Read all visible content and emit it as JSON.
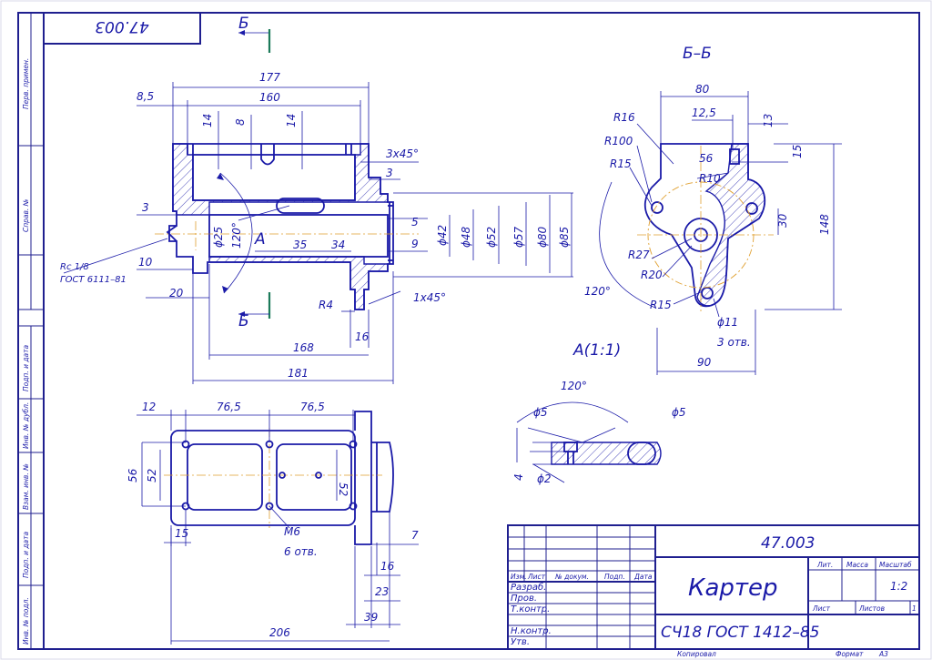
{
  "sheet": {
    "doc_number_rotated": "47.003",
    "side_labels": [
      "Перв. примен.",
      "Справ. №",
      "Подп. и дата",
      "Инв. № дубл.",
      "Взам. инв. №",
      "Подп. и дата",
      "Инв. № подл."
    ]
  },
  "section_marks": {
    "letter": "Б",
    "section_title": "Б–Б",
    "detail_title": "А(1:1)",
    "detail_letter": "А"
  },
  "front_view": {
    "dims": [
      "177",
      "160",
      "8,5",
      "14",
      "8",
      "14",
      "3x45°",
      "3",
      "3",
      "10",
      "20",
      "ϕ25",
      "120°",
      "35",
      "34",
      "5",
      "9",
      "ϕ42",
      "ϕ48",
      "ϕ52",
      "ϕ57",
      "ϕ80",
      "ϕ85",
      "R4",
      "1x45°",
      "16",
      "168",
      "181"
    ],
    "thread_note": [
      "Rc 1/8",
      "ГОСТ 6111–81"
    ]
  },
  "section_view": {
    "dims": [
      "80",
      "12,5",
      "13",
      "15",
      "56",
      "R16",
      "R100",
      "R15",
      "R10",
      "30",
      "148",
      "R27",
      "R20",
      "R15",
      "120°",
      "ϕ11",
      "3 отв.",
      "90"
    ]
  },
  "detail_view": {
    "dims": [
      "120°",
      "ϕ5",
      "ϕ5",
      "4",
      "ϕ2"
    ]
  },
  "top_view": {
    "dims": [
      "12",
      "76,5",
      "76,5",
      "56",
      "52",
      "52",
      "15",
      "M6",
      "6 отв.",
      "7",
      "16",
      "23",
      "39",
      "206"
    ]
  },
  "title_block": {
    "designation": "47.003",
    "part_name": "Картер",
    "material": "СЧ18 ГОСТ 1412–85",
    "header_cells": [
      "Изм.",
      "Лист",
      "№ докум.",
      "Подп.",
      "Дата"
    ],
    "rows": [
      "Разраб.",
      "Пров.",
      "Т.контр.",
      "",
      "Н.контр.",
      "Утв."
    ],
    "lit_label": "Лит.",
    "mass_label": "Масса",
    "scale_label": "Масштаб",
    "scale_value": "1:2",
    "sheet_label": "Лист",
    "sheets_label": "Листов",
    "sheets_value": "1",
    "copied_label": "Копировал",
    "format_label": "Формат",
    "format_value": "А3"
  }
}
